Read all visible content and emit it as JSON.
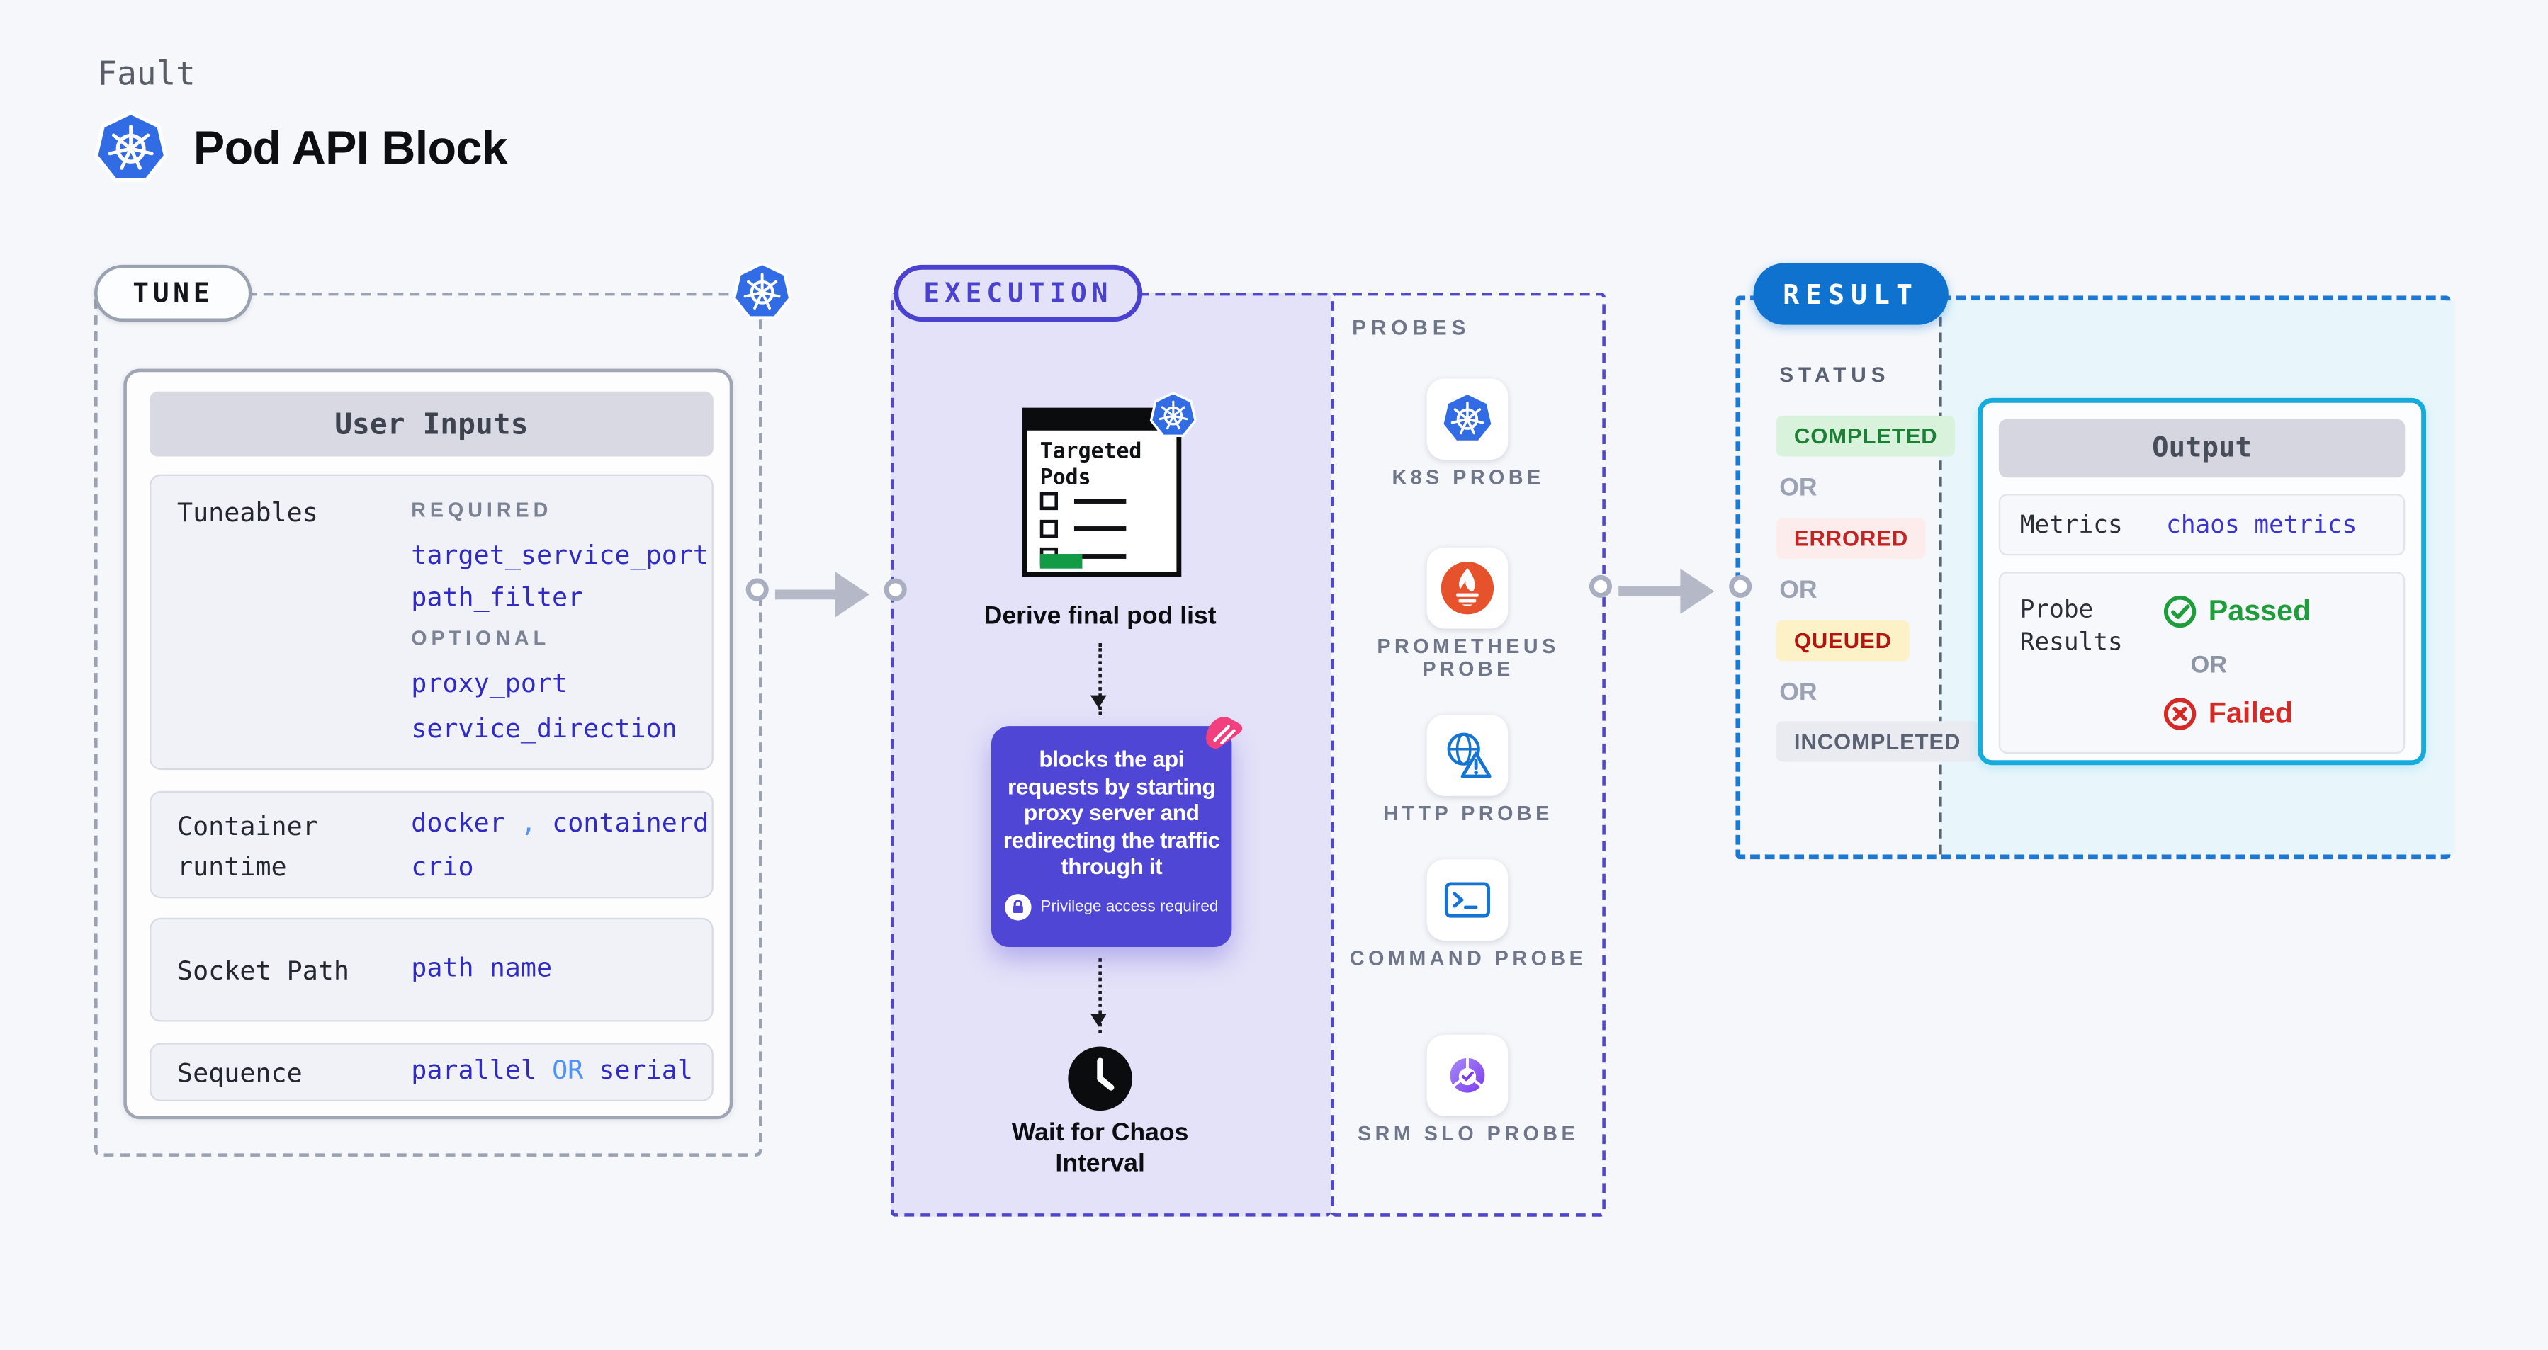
{
  "header": {
    "kind_label": "Fault",
    "title": "Pod API Block"
  },
  "tune": {
    "badge": "TUNE",
    "panel_title": "User Inputs",
    "tuneables": {
      "label": "Tuneables",
      "required_label": "REQUIRED",
      "required": [
        "target_service_port",
        "path_filter"
      ],
      "optional_label": "OPTIONAL",
      "optional": [
        "proxy_port",
        "service_direction"
      ]
    },
    "container_runtime": {
      "label": "Container runtime",
      "values": [
        "docker",
        "containerd",
        "crio"
      ],
      "separator": ","
    },
    "socket_path": {
      "label": "Socket Path",
      "value": "path name"
    },
    "sequence": {
      "label": "Sequence",
      "value_a": "parallel",
      "or_label": "OR",
      "value_b": "serial"
    }
  },
  "execution": {
    "badge": "EXECUTION",
    "targeted_pods_title": "Targeted Pods",
    "derive_label": "Derive final pod list",
    "action_text": "blocks the api requests by starting proxy server and redirecting the traffic through it",
    "privilege_note": "Privilege access required",
    "wait_label": "Wait for Chaos Interval"
  },
  "probes": {
    "section_label": "PROBES",
    "items": [
      {
        "label": "K8S PROBE",
        "icon": "kubernetes-icon"
      },
      {
        "label": "PROMETHEUS PROBE",
        "icon": "prometheus-icon"
      },
      {
        "label": "HTTP PROBE",
        "icon": "http-globe-icon"
      },
      {
        "label": "COMMAND PROBE",
        "icon": "terminal-icon"
      },
      {
        "label": "SRM SLO PROBE",
        "icon": "slo-chart-icon"
      }
    ]
  },
  "result": {
    "badge": "RESULT",
    "status_label": "STATUS",
    "or_label": "OR",
    "statuses": [
      {
        "label": "COMPLETED",
        "tone": "green",
        "color": "#1b7f35",
        "bg": "#d9f2dc"
      },
      {
        "label": "ERRORED",
        "tone": "red",
        "color": "#c32421",
        "bg": "#fceceb"
      },
      {
        "label": "QUEUED",
        "tone": "yellow",
        "color": "#b5140f",
        "bg": "#fcf1c7"
      },
      {
        "label": "INCOMPLETED",
        "tone": "gray",
        "color": "#5a6172",
        "bg": "#e9ebf1"
      }
    ],
    "output": {
      "title": "Output",
      "metrics_label": "Metrics",
      "metrics_value": "chaos metrics",
      "probe_results_label": "Probe Results",
      "passed_label": "Passed",
      "or_label": "OR",
      "failed_label": "Failed"
    }
  },
  "colors": {
    "page_bg": "#f5f7fb",
    "accent_indigo": "#4a42cf",
    "execution_bg": "#e4e2f8",
    "result_blue": "#0f72cf",
    "output_cyan": "#16abdd",
    "cyan_bg": "#e8f6fb",
    "link_indigo": "#2f2bc4",
    "or_light_blue": "#4f93f7",
    "passed_green": "#1f9d3c",
    "failed_red": "#d32a25",
    "purple_card": "#4f46d6",
    "litmus_pink": "#f1407d",
    "kubernetes_blue": "#326ce5",
    "prometheus_orange": "#e6522c",
    "srm_purple": "#8b5cf6",
    "targeted_green": "#129a44"
  }
}
